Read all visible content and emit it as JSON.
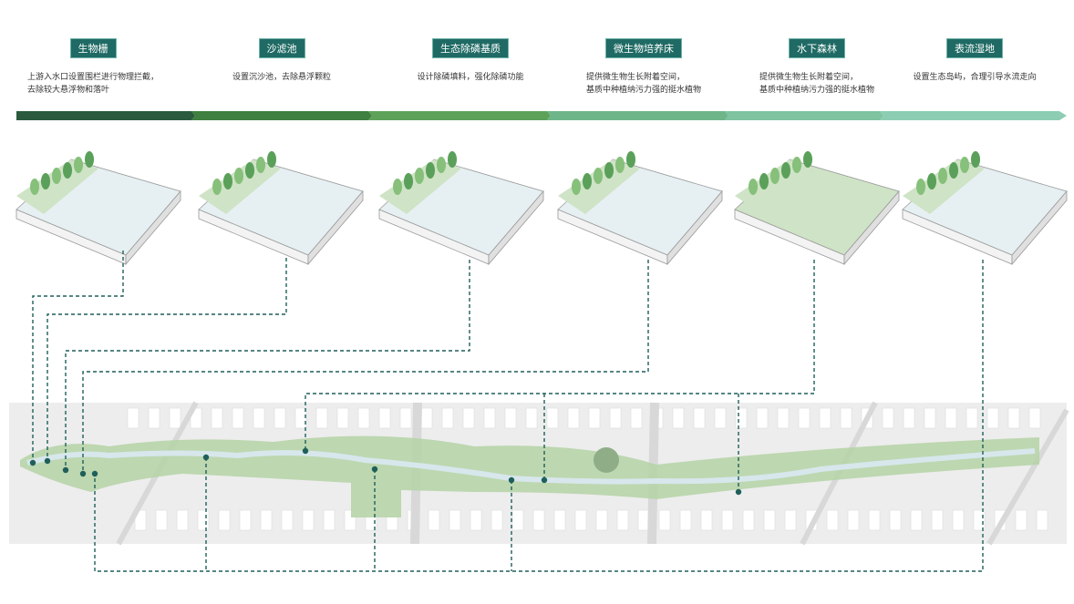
{
  "stages": [
    {
      "name": "生物栅",
      "desc": [
        "上游入水口设置围栏进行物理拦截，",
        "去除较大悬浮物和落叶"
      ]
    },
    {
      "name": "沙滤池",
      "desc": [
        "设置沉沙池，去除悬浮颗粒"
      ]
    },
    {
      "name": "生态除磷基质",
      "desc": [
        "设计除磷填料，强化除磷功能"
      ]
    },
    {
      "name": "微生物培养床",
      "desc": [
        "提供微生物生长附着空间，",
        "基质中种植纳污力强的挺水植物"
      ]
    },
    {
      "name": "水下森林",
      "desc": [
        "提供微生物生长附着空间，",
        "基质中种植纳污力强的挺水植物"
      ]
    },
    {
      "name": "表流湿地",
      "desc": [
        "设置生态岛屿，合理引导水流走向"
      ]
    }
  ],
  "colors": {
    "tag": "#1f6a64",
    "connector": "#1f5f5a",
    "bar": [
      "#2b5a3e",
      "#3f7f3f",
      "#5ea25a",
      "#6fb58a",
      "#7fc3a0",
      "#8ccdb3"
    ]
  }
}
